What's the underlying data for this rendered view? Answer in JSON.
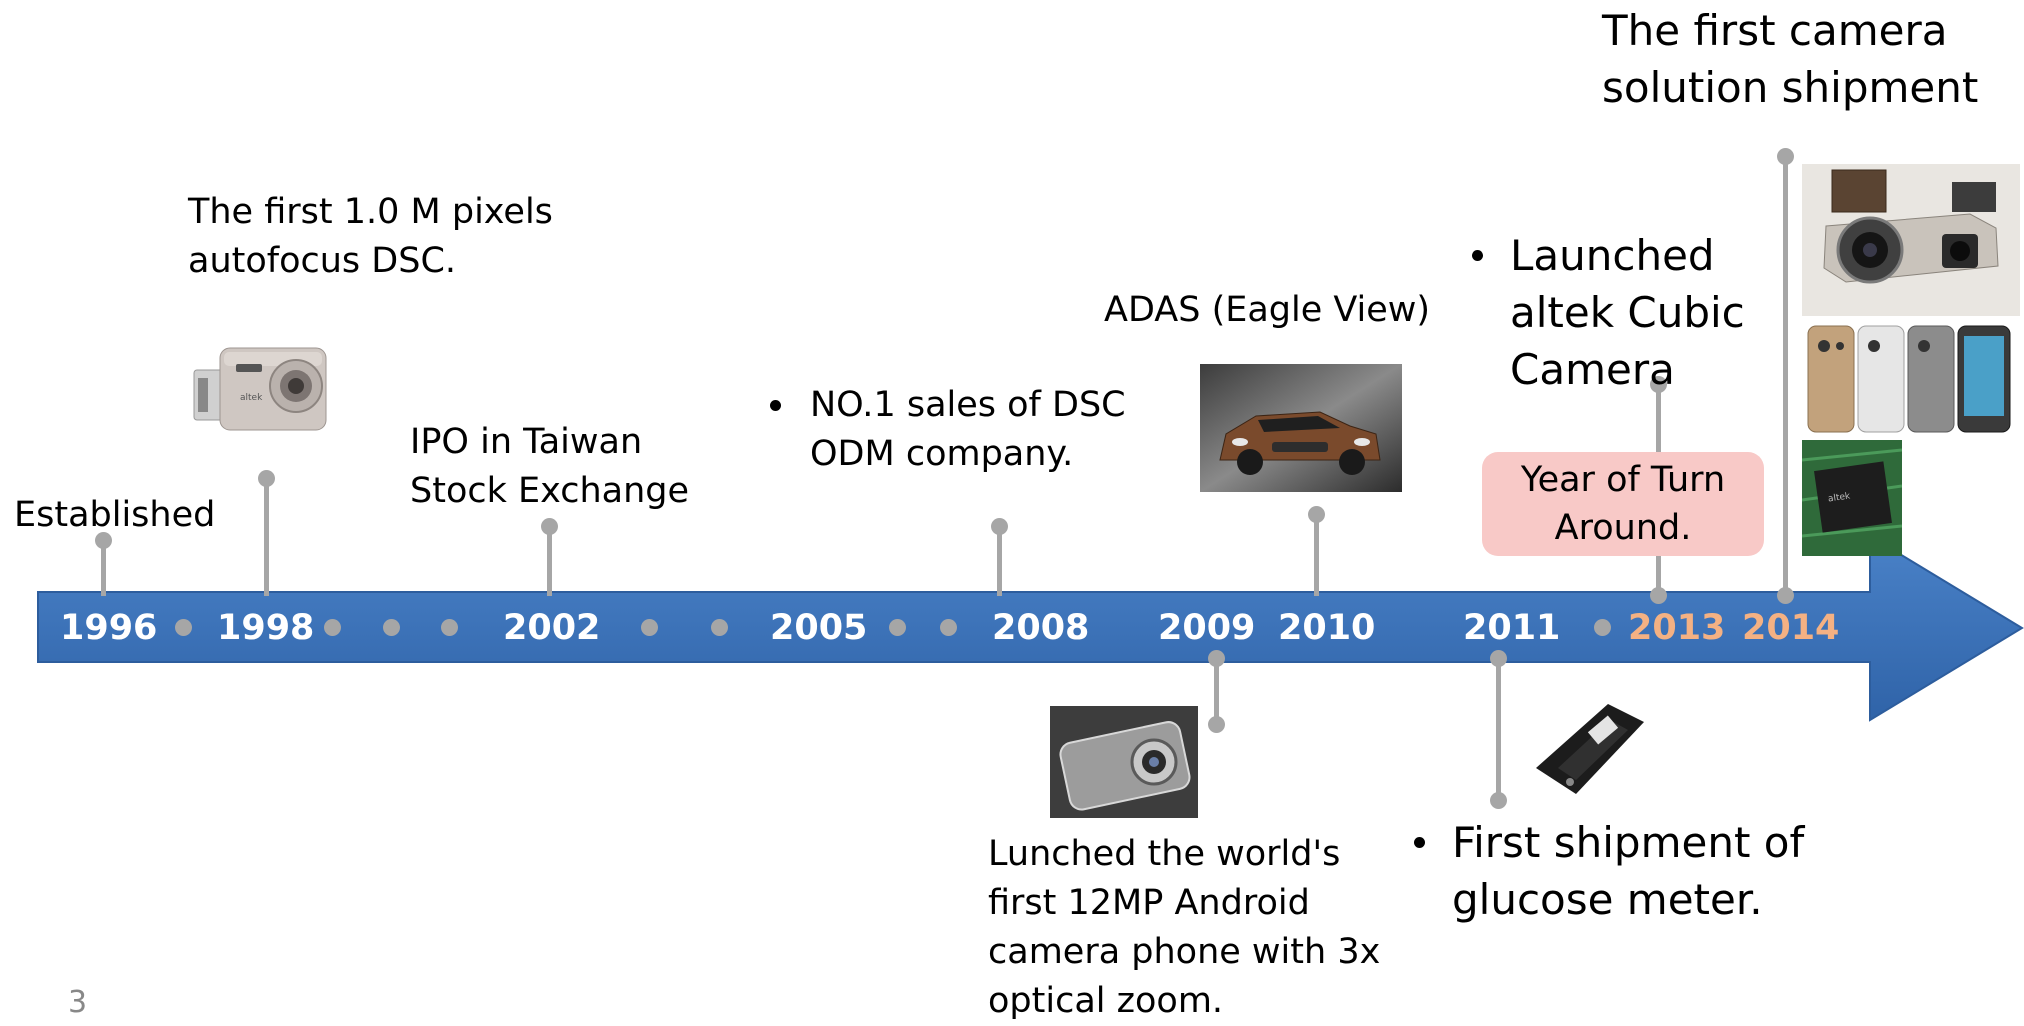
{
  "timeline": {
    "years": [
      {
        "label": "1996",
        "highlight": false
      },
      {
        "label": "1998",
        "highlight": false
      },
      {
        "label": "2002",
        "highlight": false
      },
      {
        "label": "2005",
        "highlight": false
      },
      {
        "label": "2008",
        "highlight": false
      },
      {
        "label": "2009",
        "highlight": false
      },
      {
        "label": "2010",
        "highlight": false
      },
      {
        "label": "2011",
        "highlight": false
      },
      {
        "label": "2013",
        "highlight": true
      },
      {
        "label": "2014",
        "highlight": true
      }
    ],
    "colors": {
      "bar": "#3d73b9",
      "bar_dark": "#2f5f9f",
      "stem": "#a6a6a6",
      "year_text": "#ffffff",
      "year_highlight": "#f4b183",
      "turnaround_box": "#f8c9c7"
    }
  },
  "events": {
    "established": "Established",
    "dsc_1998": [
      "The first 1.0 M pixels",
      "autofocus DSC."
    ],
    "ipo_2002": [
      "IPO in Taiwan",
      "Stock Exchange"
    ],
    "no1_2008": [
      "NO.1  sales of DSC",
      "ODM company."
    ],
    "adas_2010": "ADAS (Eagle View)",
    "cubic_2013": [
      "Launched",
      "altek Cubic",
      "Camera"
    ],
    "turnaround_2013": [
      "Year of Turn",
      "Around."
    ],
    "camera_solution_2014": [
      "The first camera",
      "solution shipment"
    ],
    "phone_2009": [
      "Lunched the world's",
      "first 12MP Android",
      "camera phone with 3x",
      "optical zoom."
    ],
    "glucose_2011": [
      "First shipment of",
      "glucose meter."
    ]
  },
  "images": {
    "dsc_1998": "digital-camera-image",
    "car_2010": "suv-car-image",
    "phone_2009": "camera-phone-image",
    "glucose_2011": "glucose-meter-image",
    "module_2014": "camera-module-image",
    "phones_2014": "smartphones-image",
    "chip_2014": "chip-image"
  },
  "page_number": "3"
}
